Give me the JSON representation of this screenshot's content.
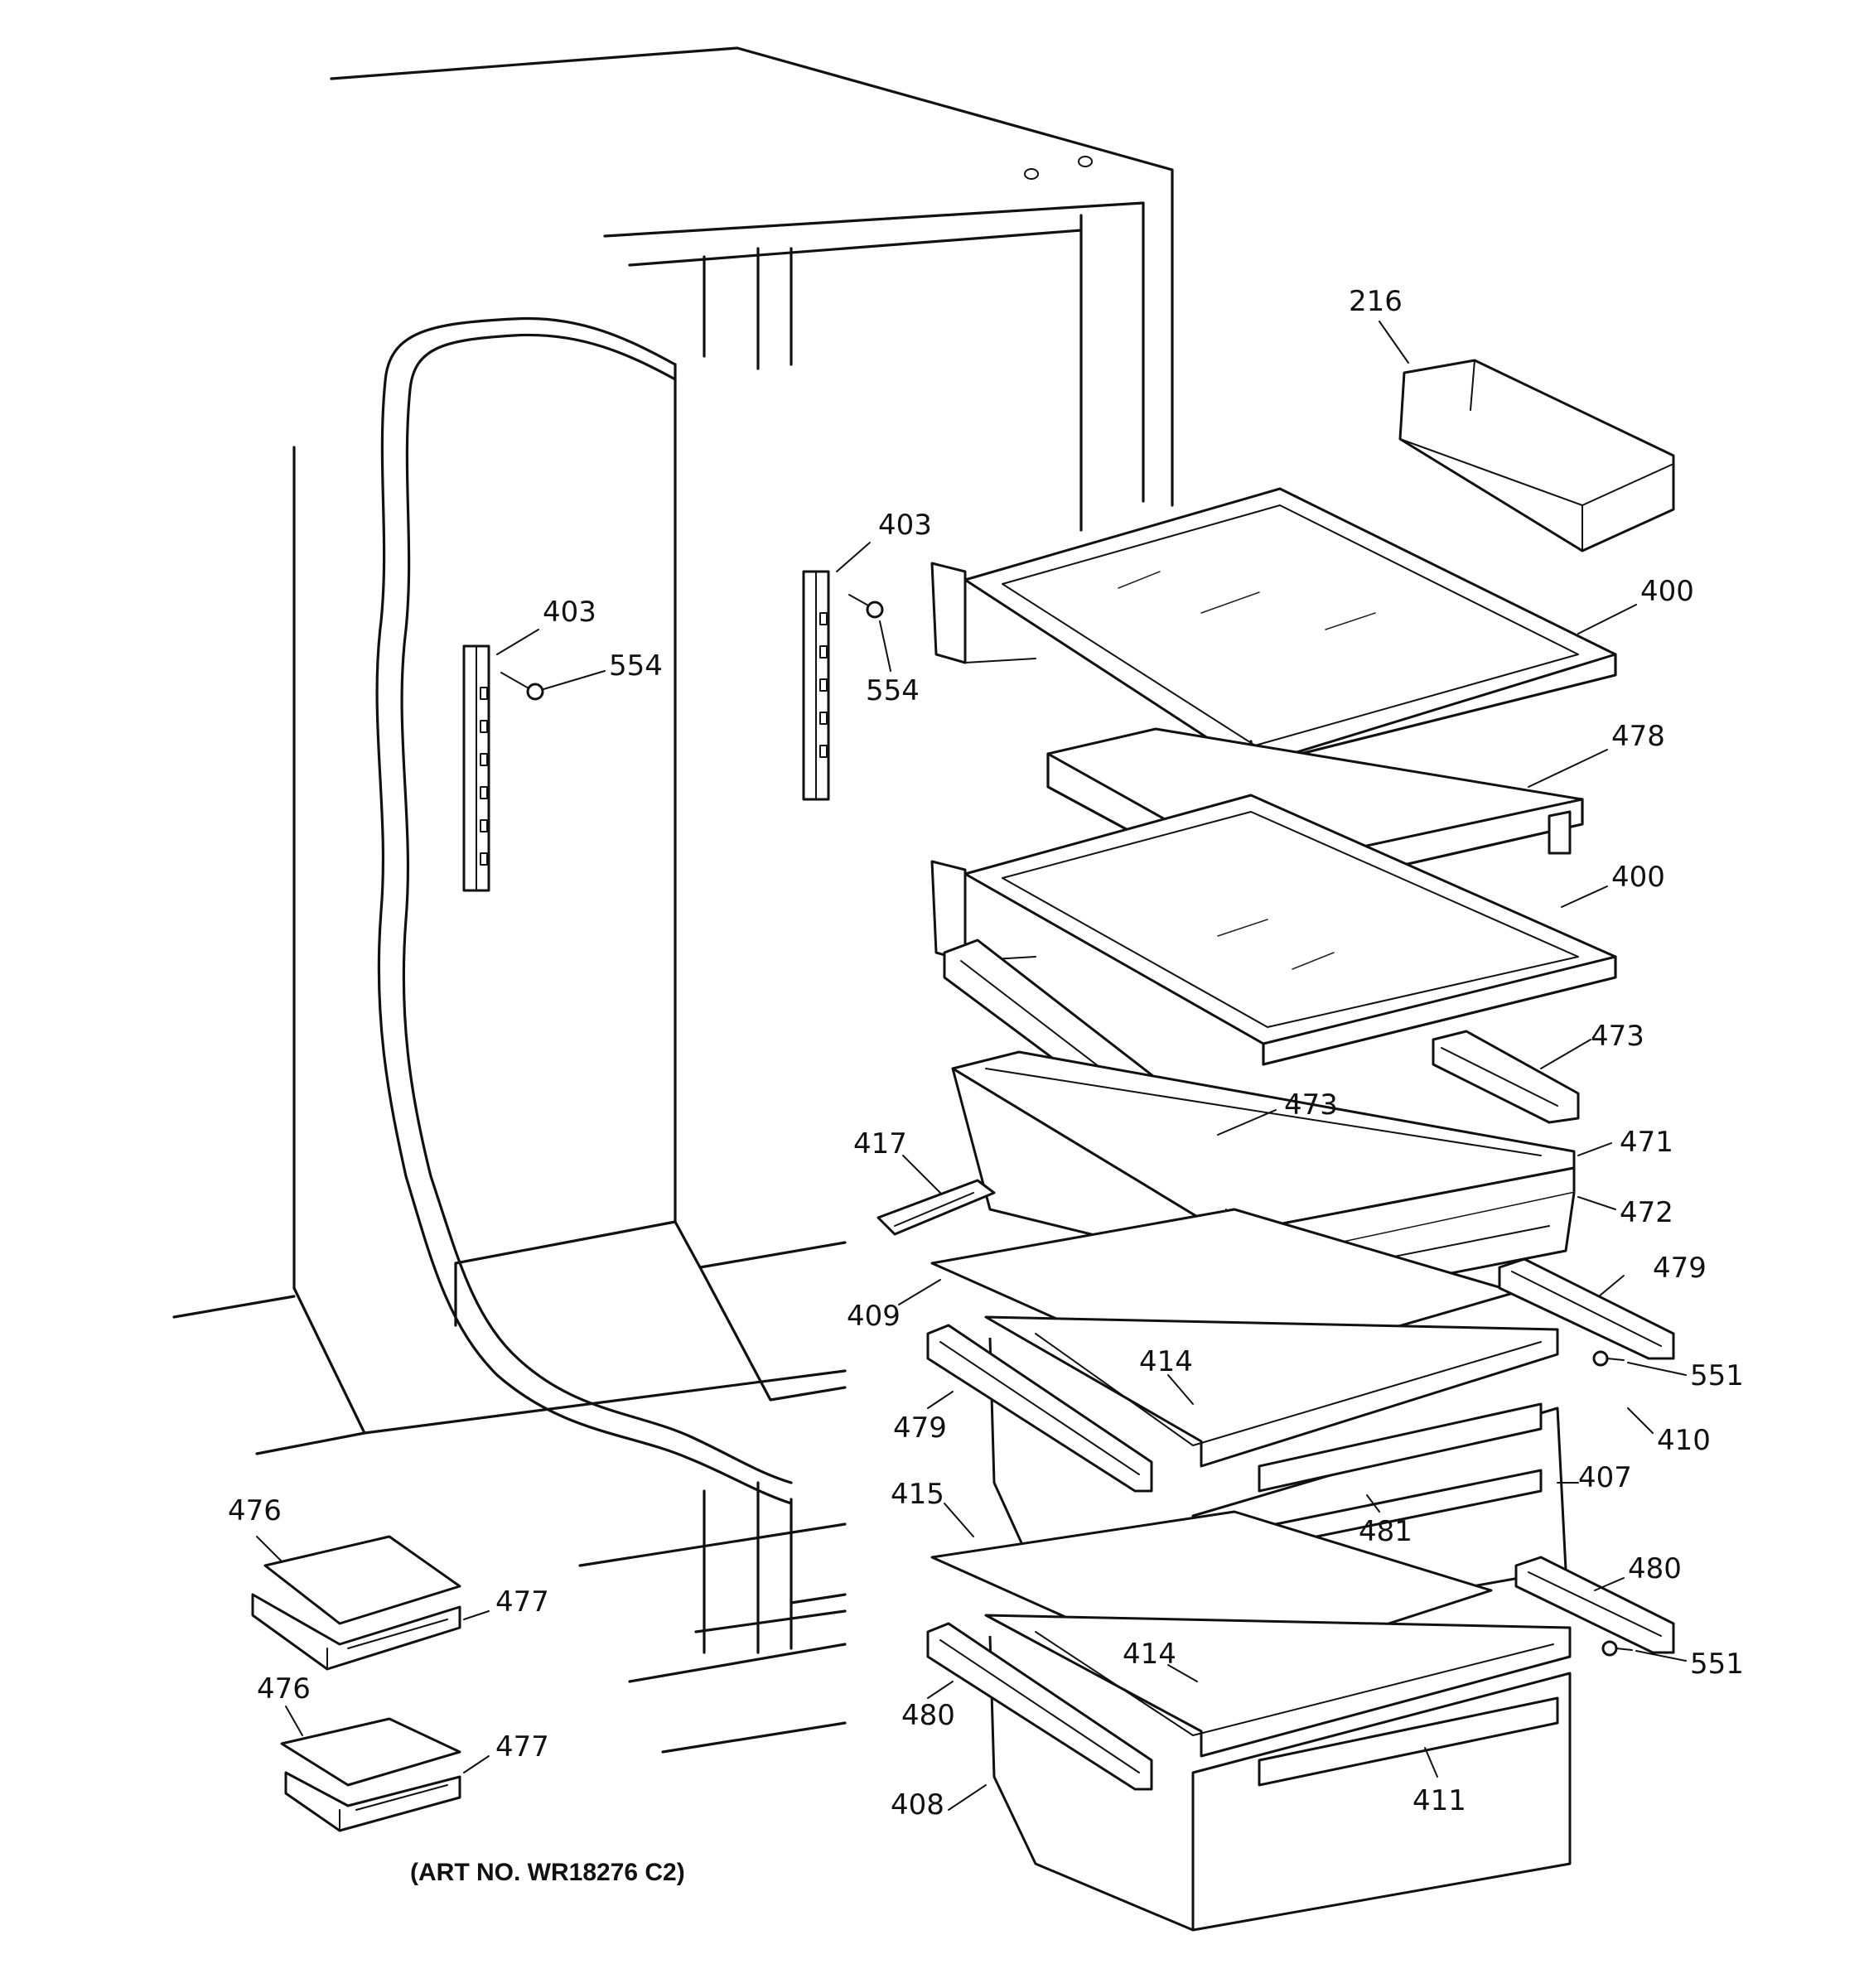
{
  "caption": "(ART NO. WR18276 C2)",
  "parts": [
    {
      "id": "p216",
      "label": "216"
    },
    {
      "id": "p403a",
      "label": "403"
    },
    {
      "id": "p403b",
      "label": "403"
    },
    {
      "id": "p554a",
      "label": "554"
    },
    {
      "id": "p554b",
      "label": "554"
    },
    {
      "id": "p400a",
      "label": "400"
    },
    {
      "id": "p478",
      "label": "478"
    },
    {
      "id": "p400b",
      "label": "400"
    },
    {
      "id": "p473a",
      "label": "473"
    },
    {
      "id": "p473b",
      "label": "473"
    },
    {
      "id": "p417",
      "label": "417"
    },
    {
      "id": "p471",
      "label": "471"
    },
    {
      "id": "p472",
      "label": "472"
    },
    {
      "id": "p479a",
      "label": "479"
    },
    {
      "id": "p409",
      "label": "409"
    },
    {
      "id": "p414a",
      "label": "414"
    },
    {
      "id": "p551a",
      "label": "551"
    },
    {
      "id": "p479b",
      "label": "479"
    },
    {
      "id": "p410",
      "label": "410"
    },
    {
      "id": "p407",
      "label": "407"
    },
    {
      "id": "p415",
      "label": "415"
    },
    {
      "id": "p481",
      "label": "481"
    },
    {
      "id": "p480a",
      "label": "480"
    },
    {
      "id": "p476a",
      "label": "476"
    },
    {
      "id": "p477a",
      "label": "477"
    },
    {
      "id": "p414b",
      "label": "414"
    },
    {
      "id": "p551b",
      "label": "551"
    },
    {
      "id": "p476b",
      "label": "476"
    },
    {
      "id": "p480b",
      "label": "480"
    },
    {
      "id": "p477b",
      "label": "477"
    },
    {
      "id": "p411",
      "label": "411"
    },
    {
      "id": "p408",
      "label": "408"
    }
  ]
}
